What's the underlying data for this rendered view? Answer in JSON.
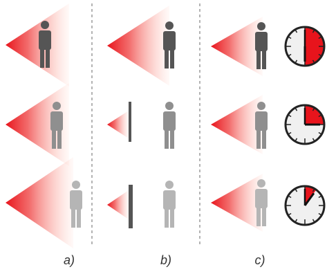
{
  "columns": [
    {
      "label": "a)"
    },
    {
      "label": "b)"
    },
    {
      "label": "c)"
    }
  ],
  "colors": {
    "beam": "#e8141c",
    "person_dark": "#555555",
    "person_mid": "#8f8f8f",
    "person_light": "#b5b5b5",
    "barrier": "#555555",
    "divider": "#999999",
    "clock_face": "#f0f0f0",
    "clock_rim": "#222222",
    "clock_fill": "#e8141c"
  },
  "icons": [
    "person-icon",
    "radar-beam-icon",
    "barrier-wall-icon",
    "clock-icon"
  ],
  "clocks": [
    {
      "filled_fraction": 0.5
    },
    {
      "filled_fraction": 0.25
    },
    {
      "filled_fraction": 0.1
    }
  ]
}
